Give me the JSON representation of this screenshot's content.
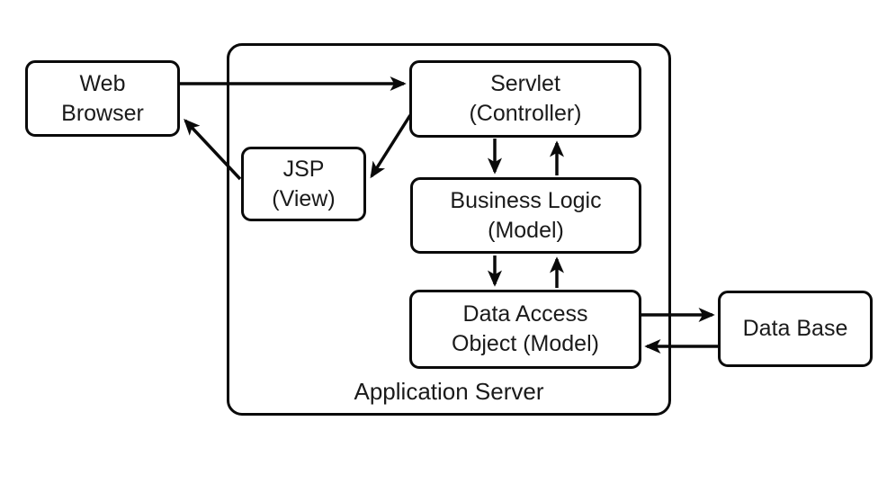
{
  "diagram": {
    "type": "architecture-diagram",
    "colors": {
      "stroke": "#0a0a0a",
      "background": "#ffffff",
      "text": "#1a1a1a"
    },
    "nodes": {
      "web_browser": {
        "label": "Web\nBrowser"
      },
      "servlet": {
        "label": "Servlet\n(Controller)"
      },
      "jsp": {
        "label": "JSP\n(View)"
      },
      "business_logic": {
        "label": "Business Logic\n(Model)"
      },
      "dao": {
        "label": "Data Access\nObject (Model)"
      },
      "database": {
        "label": "Data Base"
      },
      "app_server": {
        "label": "Application Server"
      }
    },
    "edges": [
      {
        "from": "Web Browser",
        "to": "Servlet (Controller)"
      },
      {
        "from": "Servlet (Controller)",
        "to": "JSP (View)"
      },
      {
        "from": "JSP (View)",
        "to": "Web Browser"
      },
      {
        "from": "Servlet (Controller)",
        "to": "Business Logic (Model)"
      },
      {
        "from": "Business Logic (Model)",
        "to": "Servlet (Controller)"
      },
      {
        "from": "Business Logic (Model)",
        "to": "Data Access Object (Model)"
      },
      {
        "from": "Data Access Object (Model)",
        "to": "Business Logic (Model)"
      },
      {
        "from": "Data Access Object (Model)",
        "to": "Data Base"
      },
      {
        "from": "Data Base",
        "to": "Data Access Object (Model)"
      }
    ]
  }
}
